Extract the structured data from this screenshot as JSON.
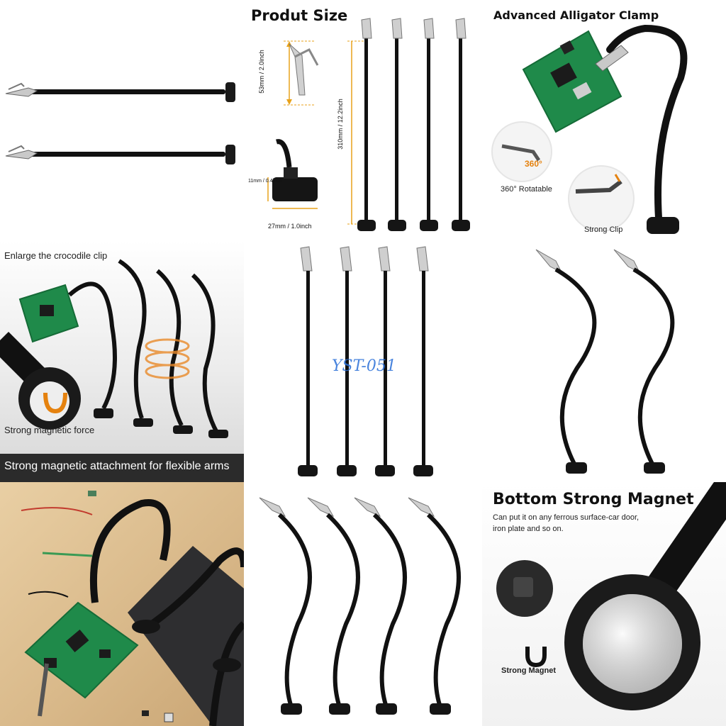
{
  "tiles": {
    "size": {
      "title": "Produt Size",
      "clip_height": "53mm / 2.0inch",
      "total_height": "310mm / 12.2inch",
      "base_height": "11mm / 0.4inch",
      "base_width": "27mm / 1.0inch"
    },
    "clamp": {
      "title": "Advanced Alligator Clamp",
      "rotate_badge": "360°",
      "rotate_label": "360° Rotatable",
      "strong_label": "Strong Clip"
    },
    "crocodile": {
      "title": "Enlarge the crocodile clip",
      "magnet_label": "Strong magnetic force"
    },
    "banner": {
      "text": "Strong magnetic attachment for flexible arms"
    },
    "watermark": {
      "text": "YST-051"
    },
    "magnet": {
      "title": "Bottom Strong Magnet",
      "line1": "Can put it on any ferrous surface-car door,",
      "line2": "iron plate and so on.",
      "label": "Strong Magnet"
    }
  },
  "colors": {
    "arm": "#111111",
    "clip": "#c9c9c9",
    "pcb": "#1f8a4a",
    "dimension": "#e8a21a",
    "accent": "#e5820f",
    "wood": "#d9b98a"
  }
}
